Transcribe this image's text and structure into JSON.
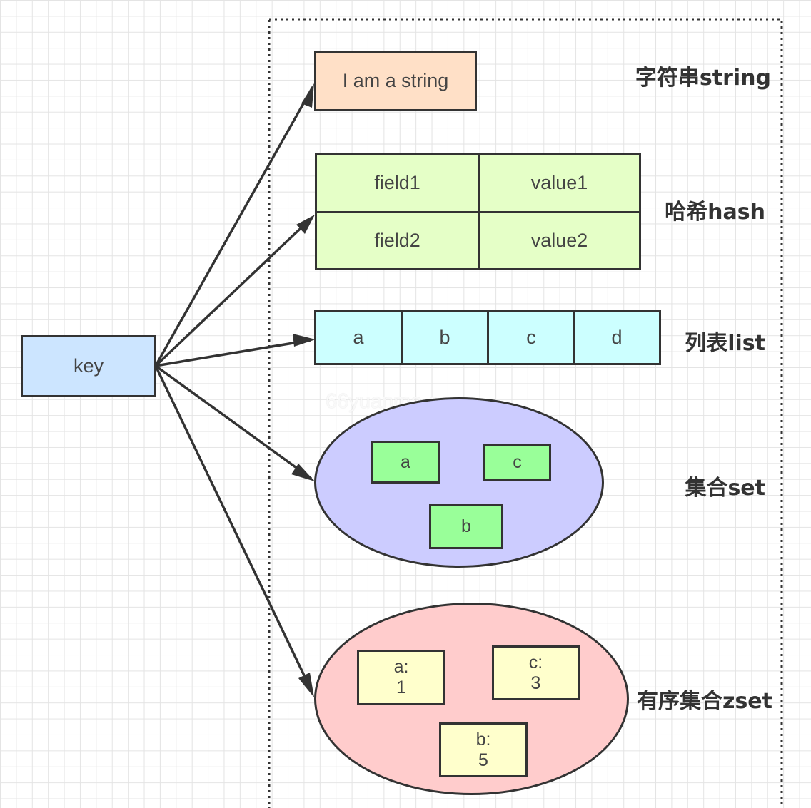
{
  "colors": {
    "key_fill": "#cce5ff",
    "string_fill": "#ffe0c7",
    "hash_fill": "#e5ffc7",
    "list_fill": "#ccffff",
    "set_fill": "#ccccff",
    "set_member_fill": "#99ff99",
    "zset_fill": "#ffcccc",
    "zset_member_fill": "#ffffcc",
    "stroke": "#333333"
  },
  "key": {
    "label": "key"
  },
  "string": {
    "value": "I am a string",
    "type_label": "字符串string"
  },
  "hash": {
    "type_label": "哈希hash",
    "rows": [
      {
        "field": "field1",
        "value": "value1"
      },
      {
        "field": "field2",
        "value": "value2"
      }
    ]
  },
  "list": {
    "type_label": "列表list",
    "items": [
      "a",
      "b",
      "c",
      "d"
    ]
  },
  "set": {
    "type_label": "集合set",
    "members": [
      "a",
      "c",
      "b"
    ]
  },
  "zset": {
    "type_label": "有序集合zset",
    "members": [
      {
        "member": "a:",
        "score": "1"
      },
      {
        "member": "c:",
        "score": "3"
      },
      {
        "member": "b:",
        "score": "5"
      }
    ]
  },
  "watermark": "66yuanma.com"
}
